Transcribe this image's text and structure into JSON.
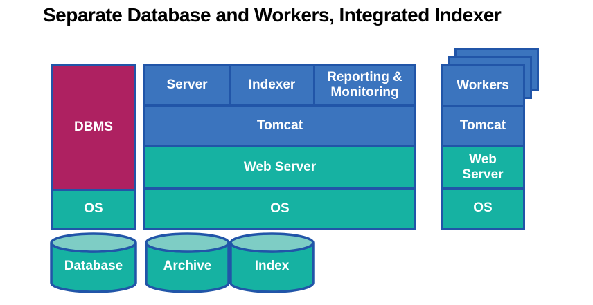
{
  "title": "Separate Database and Workers, Integrated Indexer",
  "colors": {
    "blue": "#3B74BE",
    "border": "#2155A8",
    "teal": "#16B2A2",
    "teal_light": "#7ECDC5",
    "magenta": "#AE2161",
    "box_text": "#FFFFFF",
    "title_text": "#000000"
  },
  "left_stack": {
    "dbms": "DBMS",
    "os": "OS"
  },
  "middle_stack": {
    "server": "Server",
    "indexer": "Indexer",
    "reporting": "Reporting & Monitoring",
    "tomcat": "Tomcat",
    "web_server": "Web Server",
    "os": "OS"
  },
  "right_stack": {
    "workers": "Workers",
    "tomcat": "Tomcat",
    "web_server": "Web Server",
    "os": "OS"
  },
  "cylinders": {
    "database": "Database",
    "archive": "Archive",
    "index": "Index"
  }
}
